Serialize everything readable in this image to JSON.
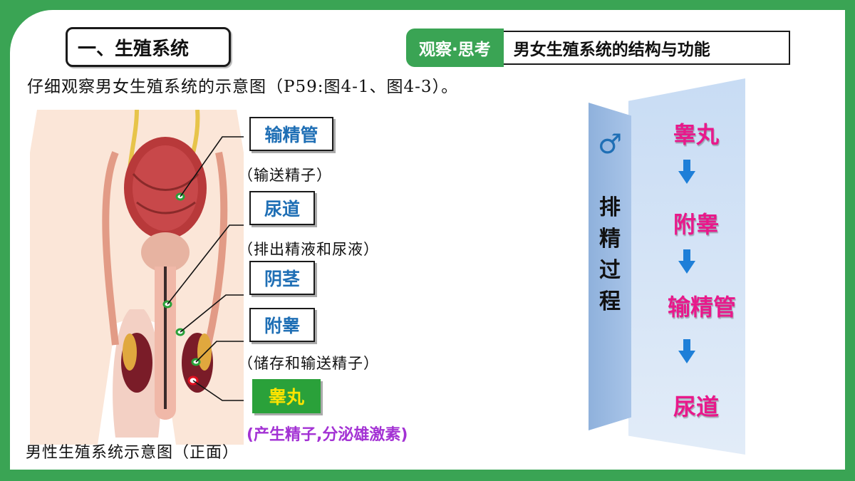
{
  "header": {
    "section_title": "一、生殖系统",
    "tag": "观察·思考",
    "topic": "男女生殖系统的结构与功能"
  },
  "intro": "仔细观察男女生殖系统的示意图（P59:图4-1、图4-3）。",
  "caption": "男性生殖系统示意图（正面）",
  "labels": [
    {
      "name": "输精管",
      "note": "（输送精子）"
    },
    {
      "name": "尿道",
      "note": "（排出精液和尿液）"
    },
    {
      "name": "阴茎",
      "note": ""
    },
    {
      "name": "附睾",
      "note": "（储存和输送精子）"
    },
    {
      "name": "睾丸",
      "note": "(产生精子,分泌雄激素)"
    }
  ],
  "panel": {
    "symbol": "♂",
    "vertical_title": "排精过程",
    "flow": [
      "睾丸",
      "附睾",
      "输精管",
      "尿道"
    ]
  },
  "colors": {
    "green": "#3aa454",
    "label_blue": "#1f6fb5",
    "flow_pink": "#e8198b",
    "note_purple": "#a332d4"
  }
}
